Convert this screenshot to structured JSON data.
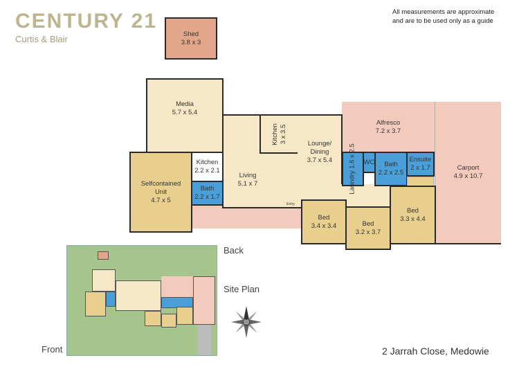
{
  "branding": {
    "logo_text": "CENTURY 21",
    "office": "Curtis & Blair"
  },
  "disclaimer": [
    "All measurements are approximate",
    "and are to be used only as a guide"
  ],
  "rooms": {
    "shed": {
      "name": "Shed",
      "size": "3.8 x 3"
    },
    "media": {
      "name": "Media",
      "size": "5.7 x 5.4"
    },
    "unit": {
      "name": "Selfcontained Unit",
      "size": "4.7 x 5"
    },
    "kitchen_small": {
      "name": "Kitchen",
      "size": "2.2 x 2.1"
    },
    "bath_small": {
      "name": "Bath",
      "size": "2.2 x 1.7"
    },
    "living": {
      "name": "Living",
      "size": "5.1 x 7"
    },
    "kitchen": {
      "name": "Kitchen",
      "size": "3 x 3.5"
    },
    "lounge": {
      "name": "Lounge/ Dining",
      "size": "3.7 x 5.4"
    },
    "alfresco": {
      "name": "Alfresco",
      "size": "7.2 x 3.7"
    },
    "laundry": {
      "name": "Laundry",
      "size": "1.6 x 2.5"
    },
    "wc": {
      "name": "WC"
    },
    "bath": {
      "name": "Bath",
      "size": "2.2 x 2.5"
    },
    "ensuite": {
      "name": "Ensuite",
      "size": "2 x 1.7"
    },
    "carport": {
      "name": "Carport",
      "size": "4.9 x 10.7"
    },
    "bed1": {
      "name": "Bed",
      "size": "3.4 x 3.4"
    },
    "bed2": {
      "name": "Bed",
      "size": "3.2 x 3.7"
    },
    "bed3": {
      "name": "Bed",
      "size": "3.3 x 4.4"
    },
    "entry": {
      "name": "Entry"
    }
  },
  "site_plan": {
    "title": "Site Plan",
    "back": "Back",
    "front": "Front"
  },
  "address": "2 Jarrah Close, Medowie",
  "colors": {
    "living_areas": "#f6e8c6",
    "bedrooms": "#e8cf8d",
    "wet_areas": "#4a9fd8",
    "outdoor": "#f2cbbd",
    "shed": "#e2a68b",
    "site": "#a6c58d",
    "logo": "#beb58f"
  }
}
